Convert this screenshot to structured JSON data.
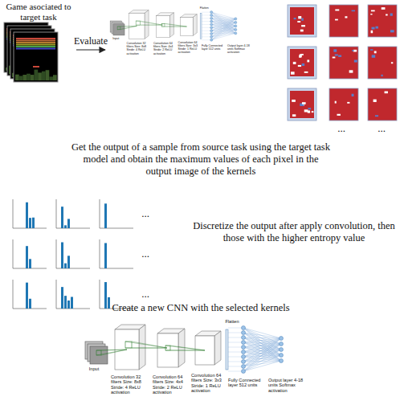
{
  "diagram": {
    "nodes": [
      {
        "text": [
          "Game asociated to target task"
        ]
      },
      {
        "text": [
          "Input",
          "Convolution 32 filters Size: 8x8 Stride: 4 ReLU activation",
          "Convolution 64 filters Size: 4x4 Stride: 2 ReLU activation",
          "Convolution 64 filters Size: 3x3 Stride: 1 ReLU activation",
          "Flatten",
          "Fully Connected layer 512 units",
          "Output layer 4-18 units Softmax activation"
        ]
      },
      {
        "text": [
          "Input",
          "Convolution 32 filters Size: 8x8 Stride: 4 ReLU activation",
          "Convolution 64 filters Size: 4x4 Stride: 2 ReLU activation",
          "Convolution 64 filters Size: 3x3 Stride: 1 ReLU activation",
          "Flatten",
          "Fully Connected layer 512 units",
          "Output layer 4-18 units Softmax activation"
        ]
      }
    ],
    "edges": [
      {
        "from": 0,
        "to": 1,
        "arrow": "to",
        "label": "Evaluate"
      }
    ],
    "labels": [
      "...",
      "...",
      "Get the output of a sample from source task using the target task model and obtain the maximum values of each pixel in the output image of the kernels",
      "...",
      "...",
      "...",
      "Discretize the output after apply convolution, then those with the higher entropy value",
      "Create a new CNN with the selected kernels"
    ]
  }
}
